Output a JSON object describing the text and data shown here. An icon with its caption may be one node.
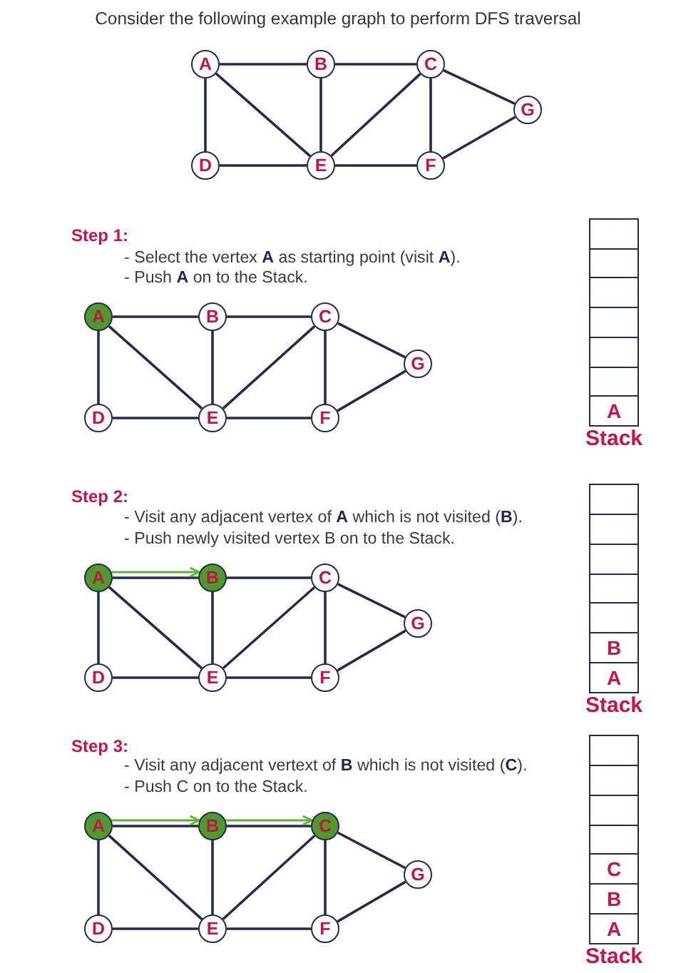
{
  "diagram": {
    "title": "Consider the following example graph to perform DFS traversal",
    "nodes": [
      {
        "text": [
          "A"
        ]
      },
      {
        "text": [
          "B"
        ]
      },
      {
        "text": [
          "C"
        ]
      },
      {
        "text": [
          "D"
        ]
      },
      {
        "text": [
          "E"
        ]
      },
      {
        "text": [
          "F"
        ]
      },
      {
        "text": [
          "G"
        ]
      },
      {
        "text": [
          "A"
        ]
      },
      {
        "text": [
          "B"
        ]
      },
      {
        "text": [
          "C"
        ]
      },
      {
        "text": [
          "D"
        ]
      },
      {
        "text": [
          "E"
        ]
      },
      {
        "text": [
          "F"
        ]
      },
      {
        "text": [
          "G"
        ]
      },
      {
        "text": [
          "Stack"
        ]
      },
      {
        "text": [],
        "shape": "box",
        "in": 14
      },
      {
        "text": [],
        "shape": "box",
        "in": 14
      },
      {
        "text": [],
        "shape": "box",
        "in": 14
      },
      {
        "text": [],
        "shape": "box",
        "in": 14
      },
      {
        "text": [],
        "shape": "box",
        "in": 14
      },
      {
        "text": [],
        "shape": "box",
        "in": 14
      },
      {
        "text": [
          "A"
        ],
        "in": 14
      },
      {
        "text": [
          "A"
        ]
      },
      {
        "text": [
          "B"
        ]
      },
      {
        "text": [
          "C"
        ]
      },
      {
        "text": [
          "D"
        ]
      },
      {
        "text": [
          "E"
        ]
      },
      {
        "text": [
          "F"
        ]
      },
      {
        "text": [
          "G"
        ]
      },
      {
        "text": [
          "Stack"
        ]
      },
      {
        "text": [],
        "shape": "box",
        "in": 29
      },
      {
        "text": [],
        "shape": "box",
        "in": 29
      },
      {
        "text": [],
        "shape": "box",
        "in": 29
      },
      {
        "text": [],
        "shape": "box",
        "in": 29
      },
      {
        "text": [],
        "shape": "box",
        "in": 29
      },
      {
        "text": [
          "B"
        ],
        "in": 29
      },
      {
        "text": [
          "A"
        ],
        "in": 29
      },
      {
        "text": [
          "A"
        ]
      },
      {
        "text": [
          "B"
        ]
      },
      {
        "text": [
          "C"
        ]
      },
      {
        "text": [
          "D"
        ]
      },
      {
        "text": [
          "E"
        ]
      },
      {
        "text": [
          "F"
        ]
      },
      {
        "text": [
          "G"
        ]
      },
      {
        "text": [
          "Stack"
        ]
      },
      {
        "text": [],
        "shape": "box",
        "in": 44
      },
      {
        "text": [],
        "shape": "box",
        "in": 44
      },
      {
        "text": [],
        "shape": "box",
        "in": 44
      },
      {
        "text": [],
        "shape": "box",
        "in": 44
      },
      {
        "text": [
          "C"
        ],
        "in": 44
      },
      {
        "text": [
          "B"
        ],
        "in": 44
      },
      {
        "text": [
          "A"
        ],
        "in": 44
      }
    ],
    "edges": [
      {
        "from": 0,
        "to": 1,
        "arrow": "none"
      },
      {
        "from": 1,
        "to": 2,
        "arrow": "none"
      },
      {
        "from": 0,
        "to": 3,
        "arrow": "none"
      },
      {
        "from": 0,
        "to": 4,
        "arrow": "none"
      },
      {
        "from": 1,
        "to": 4,
        "arrow": "none"
      },
      {
        "from": 2,
        "to": 4,
        "arrow": "none"
      },
      {
        "from": 2,
        "to": 5,
        "arrow": "none"
      },
      {
        "from": 2,
        "to": 6,
        "arrow": "none"
      },
      {
        "from": 3,
        "to": 4,
        "arrow": "none"
      },
      {
        "from": 4,
        "to": 5,
        "arrow": "none"
      },
      {
        "from": 5,
        "to": 6,
        "arrow": "none"
      },
      {
        "from": 7,
        "to": 8,
        "arrow": "none"
      },
      {
        "from": 8,
        "to": 9,
        "arrow": "none"
      },
      {
        "from": 7,
        "to": 10,
        "arrow": "none"
      },
      {
        "from": 7,
        "to": 11,
        "arrow": "none"
      },
      {
        "from": 8,
        "to": 11,
        "arrow": "none"
      },
      {
        "from": 9,
        "to": 11,
        "arrow": "none"
      },
      {
        "from": 9,
        "to": 12,
        "arrow": "none"
      },
      {
        "from": 9,
        "to": 13,
        "arrow": "none"
      },
      {
        "from": 10,
        "to": 11,
        "arrow": "none"
      },
      {
        "from": 11,
        "to": 12,
        "arrow": "none"
      },
      {
        "from": 12,
        "to": 13,
        "arrow": "none"
      },
      {
        "from": 22,
        "to": 23,
        "arrow": "none"
      },
      {
        "from": 23,
        "to": 24,
        "arrow": "none"
      },
      {
        "from": 22,
        "to": 25,
        "arrow": "none"
      },
      {
        "from": 22,
        "to": 26,
        "arrow": "none"
      },
      {
        "from": 23,
        "to": 26,
        "arrow": "none"
      },
      {
        "from": 24,
        "to": 26,
        "arrow": "none"
      },
      {
        "from": 24,
        "to": 27,
        "arrow": "none"
      },
      {
        "from": 24,
        "to": 28,
        "arrow": "none"
      },
      {
        "from": 25,
        "to": 26,
        "arrow": "none"
      },
      {
        "from": 26,
        "to": 27,
        "arrow": "none"
      },
      {
        "from": 27,
        "to": 28,
        "arrow": "none"
      },
      {
        "from": 22,
        "to": 23,
        "arrow": "to",
        "color": "#5cb531"
      },
      {
        "from": 37,
        "to": 38,
        "arrow": "none"
      },
      {
        "from": 38,
        "to": 39,
        "arrow": "none"
      },
      {
        "from": 37,
        "to": 40,
        "arrow": "none"
      },
      {
        "from": 37,
        "to": 41,
        "arrow": "none"
      },
      {
        "from": 38,
        "to": 41,
        "arrow": "none"
      },
      {
        "from": 39,
        "to": 41,
        "arrow": "none"
      },
      {
        "from": 39,
        "to": 42,
        "arrow": "none"
      },
      {
        "from": 39,
        "to": 43,
        "arrow": "none"
      },
      {
        "from": 40,
        "to": 41,
        "arrow": "none"
      },
      {
        "from": 41,
        "to": 42,
        "arrow": "none"
      },
      {
        "from": 42,
        "to": 43,
        "arrow": "none"
      },
      {
        "from": 37,
        "to": 38,
        "arrow": "to",
        "color": "#5cb531"
      },
      {
        "from": 38,
        "to": 39,
        "arrow": "to",
        "color": "#5cb531"
      }
    ],
    "labels": [
      "Step 1:",
      "- Select the vertex **A** as starting point (visit **A**).",
      "- Push **A** on to the Stack.",
      "Step 2:",
      "- Visit any adjacent vertex of **A** which is not visited (**B**).",
      "- Push newly visited vertex B on to the Stack.",
      "Step 3:",
      "- Visit any adjacent vertext of **B** which is not visited (**C**).",
      "- Push C on to the Stack."
    ]
  }
}
